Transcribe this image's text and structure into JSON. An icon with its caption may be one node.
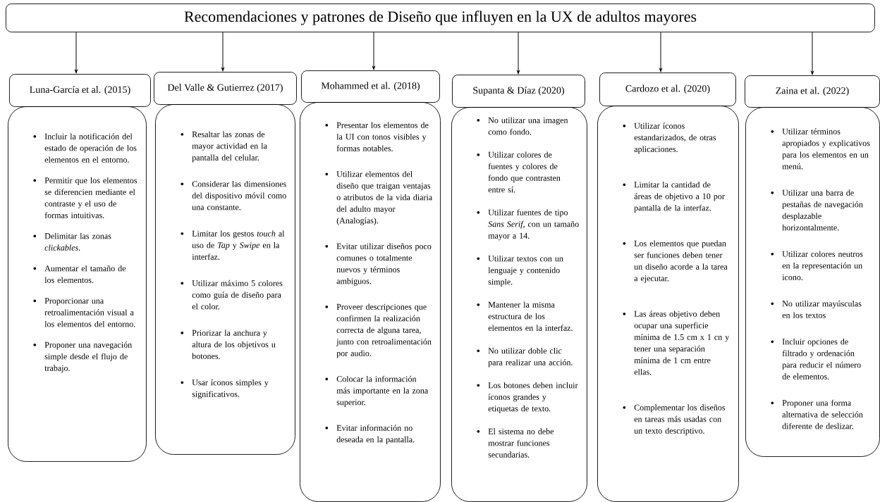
{
  "diagram": {
    "nodes": [
      {
        "text": [
          "Recomendaciones y patrones de Diseño que influyen en la UX de adultos mayores"
        ]
      },
      {
        "text": [
          "Luna-García et al. (2015)"
        ]
      },
      {
        "text": [
          "Incluir la notificación del estado de operación de los elementos en el entorno.",
          "Permitir que los elementos se diferencien mediante el contraste y el uso de formas intuitivas.",
          "Delimitar las zonas *clickables*.",
          "Aumentar el tamaño de los elementos.",
          "Proporcionar una retroalimentación visual a los elementos del entorno.",
          "Proponer una navegación simple desde el flujo de trabajo."
        ]
      },
      {
        "text": [
          "Del Valle & Gutierrez (2017)"
        ]
      },
      {
        "text": [
          "Resaltar las zonas de mayor actividad en la pantalla del celular.",
          "Considerar las dimensiones del dispositivo móvil como una constante.",
          "Limitar los gestos *touch* al uso de *Tap* y *Swipe* en la interfaz.",
          "Utilizar máximo 5 colores como guía de diseño para el color.",
          "Priorizar la anchura y altura de los objetivos u botones.",
          "Usar íconos simples y significativos."
        ]
      },
      {
        "text": [
          "Mohammed et al. (2018)"
        ]
      },
      {
        "text": [
          "Presentar los elementos de la UI con tonos visibles y formas notables.",
          "Utilizar elementos del diseño que traigan ventajas o atributos de la vida diaria del adulto mayor (Analogías).",
          "Evitar utilizar diseños poco comunes o totalmente nuevos y términos ambiguos.",
          "Proveer descripciones que confirmen la realización correcta de alguna tarea, junto con retroalimentación por audio.",
          "Colocar la información más importante en la zona superior.",
          "Evitar información no deseada en la pantalla."
        ]
      },
      {
        "text": [
          "Supanta & Díaz (2020)"
        ]
      },
      {
        "text": [
          "No utilizar una imagen como fondo.",
          "Utilizar colores de fuentes y colores de fondo que contrasten entre sí.",
          "Utilizar fuentes de tipo *Sans Serif*, con un tamaño mayor a 14.",
          "Utilizar textos con un lenguaje y contenido simple.",
          "Mantener la misma estructura de los elementos en la interfaz.",
          "No utilizar doble clic para realizar una acción.",
          "Los botones deben incluir íconos grandes y etiquetas de texto.",
          "El sistema no debe mostrar funciones secundarias."
        ]
      },
      {
        "text": [
          "Cardozo et al. (2020)"
        ]
      },
      {
        "text": [
          "Utilizar íconos estandarizados, de otras aplicaciones.",
          "Limitar la cantidad de áreas de objetivo a 10 por pantalla de la interfaz.",
          "Los elementos que puedan ser funciones deben tener un diseño acorde a la tarea a ejecutar.",
          "Las áreas objetivo deben ocupar una superficie mínima de 1.5 cm x 1 cn y tener una separación mínima de 1 cm entre ellas.",
          "Complementar los diseños en tareas más usadas con un texto descriptivo."
        ]
      },
      {
        "text": [
          "Zaina et al. (2022)"
        ]
      },
      {
        "text": [
          "Utilizar términos apropiados y explicativos para los elementos en un menú.",
          "Utilizar una barra de pestañas de navegación desplazable horizontalmente.",
          "Utilizar colores neutros en la representación un icono.",
          "No utilizar mayúsculas en los textos",
          "Incluir opciones de filtrado y ordenación para reducir el número de elementos.",
          "Proponer una forma alternativa de selección diferente de deslizar."
        ]
      }
    ],
    "edges": [
      {
        "from": 0,
        "to": 1,
        "arrow": "to"
      },
      {
        "from": 0,
        "to": 3,
        "arrow": "to"
      },
      {
        "from": 0,
        "to": 5,
        "arrow": "to"
      },
      {
        "from": 0,
        "to": 7,
        "arrow": "to"
      },
      {
        "from": 0,
        "to": 9,
        "arrow": "to"
      },
      {
        "from": 0,
        "to": 11,
        "arrow": "to"
      }
    ]
  }
}
